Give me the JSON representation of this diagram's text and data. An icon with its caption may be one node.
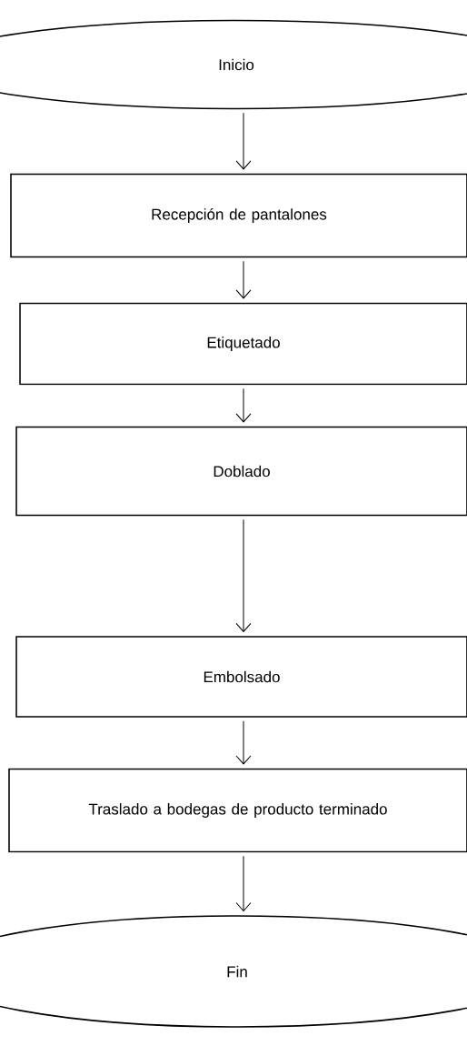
{
  "diagram": {
    "nodes": [
      {
        "text": [
          "Inicio"
        ]
      },
      {
        "text": [
          "Recepción de pantalones"
        ]
      },
      {
        "text": [
          "Etiquetado"
        ]
      },
      {
        "text": [
          "Doblado"
        ]
      },
      {
        "text": [
          "Embolsado"
        ]
      },
      {
        "text": [
          "Traslado a bodegas de producto terminado"
        ]
      },
      {
        "text": [
          "Fin"
        ]
      }
    ],
    "edges": [
      {
        "from": 0,
        "to": 1,
        "arrow": "to"
      },
      {
        "from": 1,
        "to": 2,
        "arrow": "to"
      },
      {
        "from": 2,
        "to": 3,
        "arrow": "to"
      },
      {
        "from": 3,
        "to": 4,
        "arrow": "to"
      },
      {
        "from": 4,
        "to": 5,
        "arrow": "to"
      },
      {
        "from": 5,
        "to": 6,
        "arrow": "to"
      }
    ]
  }
}
